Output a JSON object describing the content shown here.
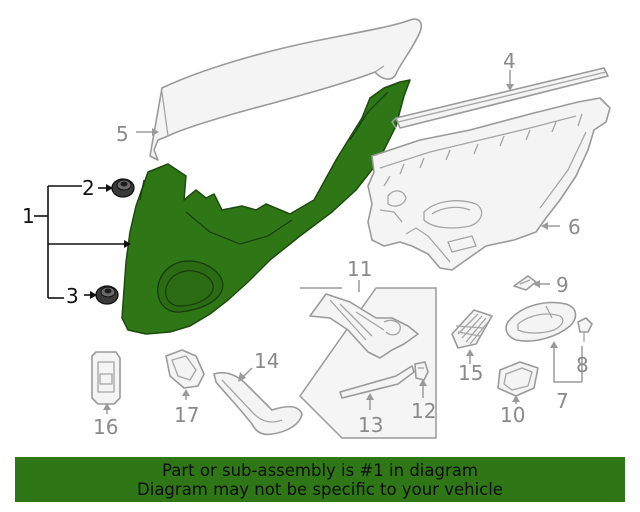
{
  "callouts": {
    "c1": "1",
    "c2": "2",
    "c3": "3",
    "c4": "4",
    "c5": "5",
    "c6": "6",
    "c7": "7",
    "c8": "8",
    "c9": "9",
    "c10": "10",
    "c11": "11",
    "c12": "12",
    "c13": "13",
    "c14": "14",
    "c15": "15",
    "c16": "16",
    "c17": "17"
  },
  "banner": {
    "line1": "Part or sub-assembly is #1 in diagram",
    "line2": "Diagram may not be specific to your vehicle"
  },
  "colors": {
    "highlight": "#2f7716",
    "highlight_outline": "#1d4a0d",
    "parts_outline": "#9a9a9a",
    "callout_dark": "#111111",
    "callout_grey": "#8a8a8a"
  }
}
